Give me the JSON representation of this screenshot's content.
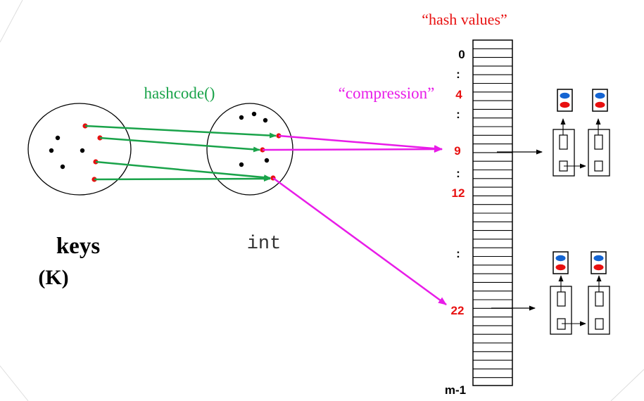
{
  "labels": {
    "hash_values": "“hash values”",
    "hashcode": "hashcode()",
    "compression": "“compression”",
    "keys": "keys",
    "keys_type": "(K)",
    "int": "int"
  },
  "table_indices": {
    "zero": "0",
    "four": "4",
    "nine": "9",
    "twelve": "12",
    "twenty_two": "22",
    "last": "m-1",
    "ellipsis": ":"
  },
  "colors": {
    "hashcode_arrow": "#1aa34a",
    "compression_arrow": "#e81ce8",
    "highlight_index": "#e81010",
    "key_dot": "#e81010",
    "plain_dot": "#000000",
    "entry_key": "#1464d2",
    "entry_value": "#e81010"
  }
}
